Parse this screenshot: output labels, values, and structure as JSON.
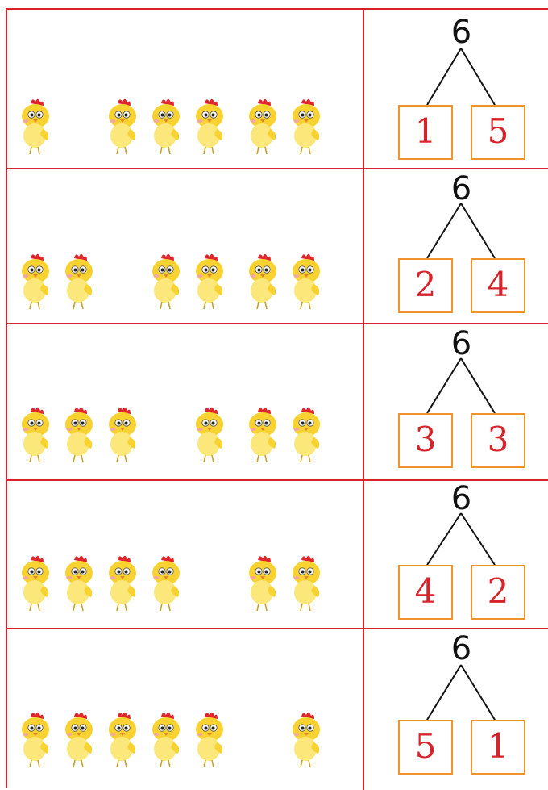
{
  "rows": [
    {
      "whole": "6",
      "left_part": "1",
      "right_part": "5",
      "left_count": 1,
      "right_count": 5
    },
    {
      "whole": "6",
      "left_part": "2",
      "right_part": "4",
      "left_count": 2,
      "right_count": 4
    },
    {
      "whole": "6",
      "left_part": "3",
      "right_part": "3",
      "left_count": 3,
      "right_count": 3
    },
    {
      "whole": "6",
      "left_part": "4",
      "right_part": "2",
      "left_count": 4,
      "right_count": 2
    },
    {
      "whole": "6",
      "left_part": "5",
      "right_part": "1",
      "left_count": 5,
      "right_count": 1
    }
  ],
  "colors": {
    "grid_line": "#d8232a",
    "box_border": "#f0922b",
    "part_text": "#d8232a",
    "chick_body": "#f7d230",
    "chick_comb": "#e0262c"
  },
  "icons": {
    "chick": "chick-icon"
  }
}
